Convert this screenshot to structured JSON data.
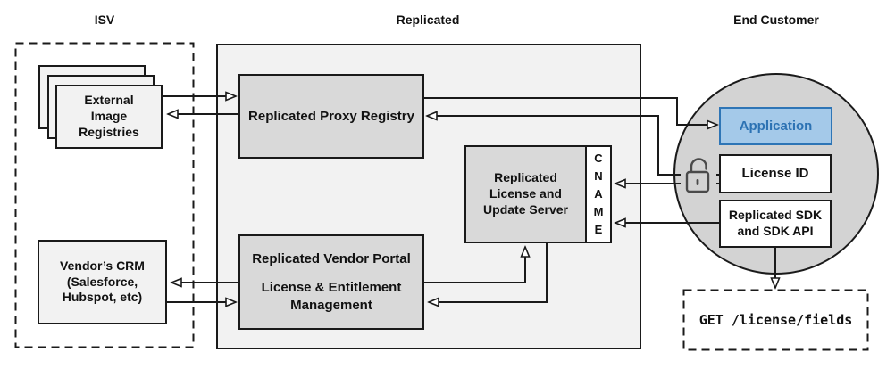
{
  "headers": {
    "isv": "ISV",
    "replicated": "Replicated",
    "end_customer": "End Customer"
  },
  "nodes": {
    "external_registries": {
      "label": "External\nImage\nRegistries"
    },
    "vendor_crm": {
      "label": "Vendor’s CRM\n(Salesforce,\nHubspot, etc)"
    },
    "proxy_registry": {
      "label": "Replicated Proxy Registry"
    },
    "vendor_portal": {
      "title": "Replicated Vendor Portal",
      "subtitle": "License & Entitlement\nManagement"
    },
    "license_server": {
      "label": "Replicated\nLicense and\nUpdate Server"
    },
    "cname": {
      "label": "CNAME"
    },
    "application": {
      "label": "Application"
    },
    "license_id": {
      "label": "License ID"
    },
    "sdk": {
      "label": "Replicated SDK\nand SDK API"
    },
    "get_endpoint": {
      "label": "GET /license/fields"
    }
  },
  "icons": {
    "lock": "unlocked-padlock-icon"
  },
  "colors": {
    "application_fill": "#a4c9e9",
    "application_border": "#2e75b6",
    "application_text": "#2c72b3",
    "inner_box_gray": "#d9d9d9",
    "container_gray": "#f2f2f2",
    "circle_gray": "#d3d3d3",
    "line_black": "#1a1a1a",
    "lock_gray": "#4a4a4a"
  },
  "connections": [
    {
      "from": "external-image-registries",
      "to": "replicated-proxy-registry"
    },
    {
      "from": "replicated-proxy-registry",
      "to": "external-image-registries"
    },
    {
      "from": "replicated-proxy-registry",
      "to": "application"
    },
    {
      "from": "license-id",
      "to": "replicated-proxy-registry",
      "via": "unlocked-padlock"
    },
    {
      "from": "license-id",
      "to": "cname"
    },
    {
      "from": "replicated-sdk",
      "to": "cname"
    },
    {
      "from": "vendor-portal",
      "to": "vendor-crm"
    },
    {
      "from": "vendor-crm",
      "to": "vendor-portal"
    },
    {
      "from": "vendor-portal",
      "to": "license-update-server"
    },
    {
      "from": "license-update-server",
      "to": "vendor-portal"
    },
    {
      "from": "replicated-sdk",
      "to": "get-license-fields"
    }
  ]
}
